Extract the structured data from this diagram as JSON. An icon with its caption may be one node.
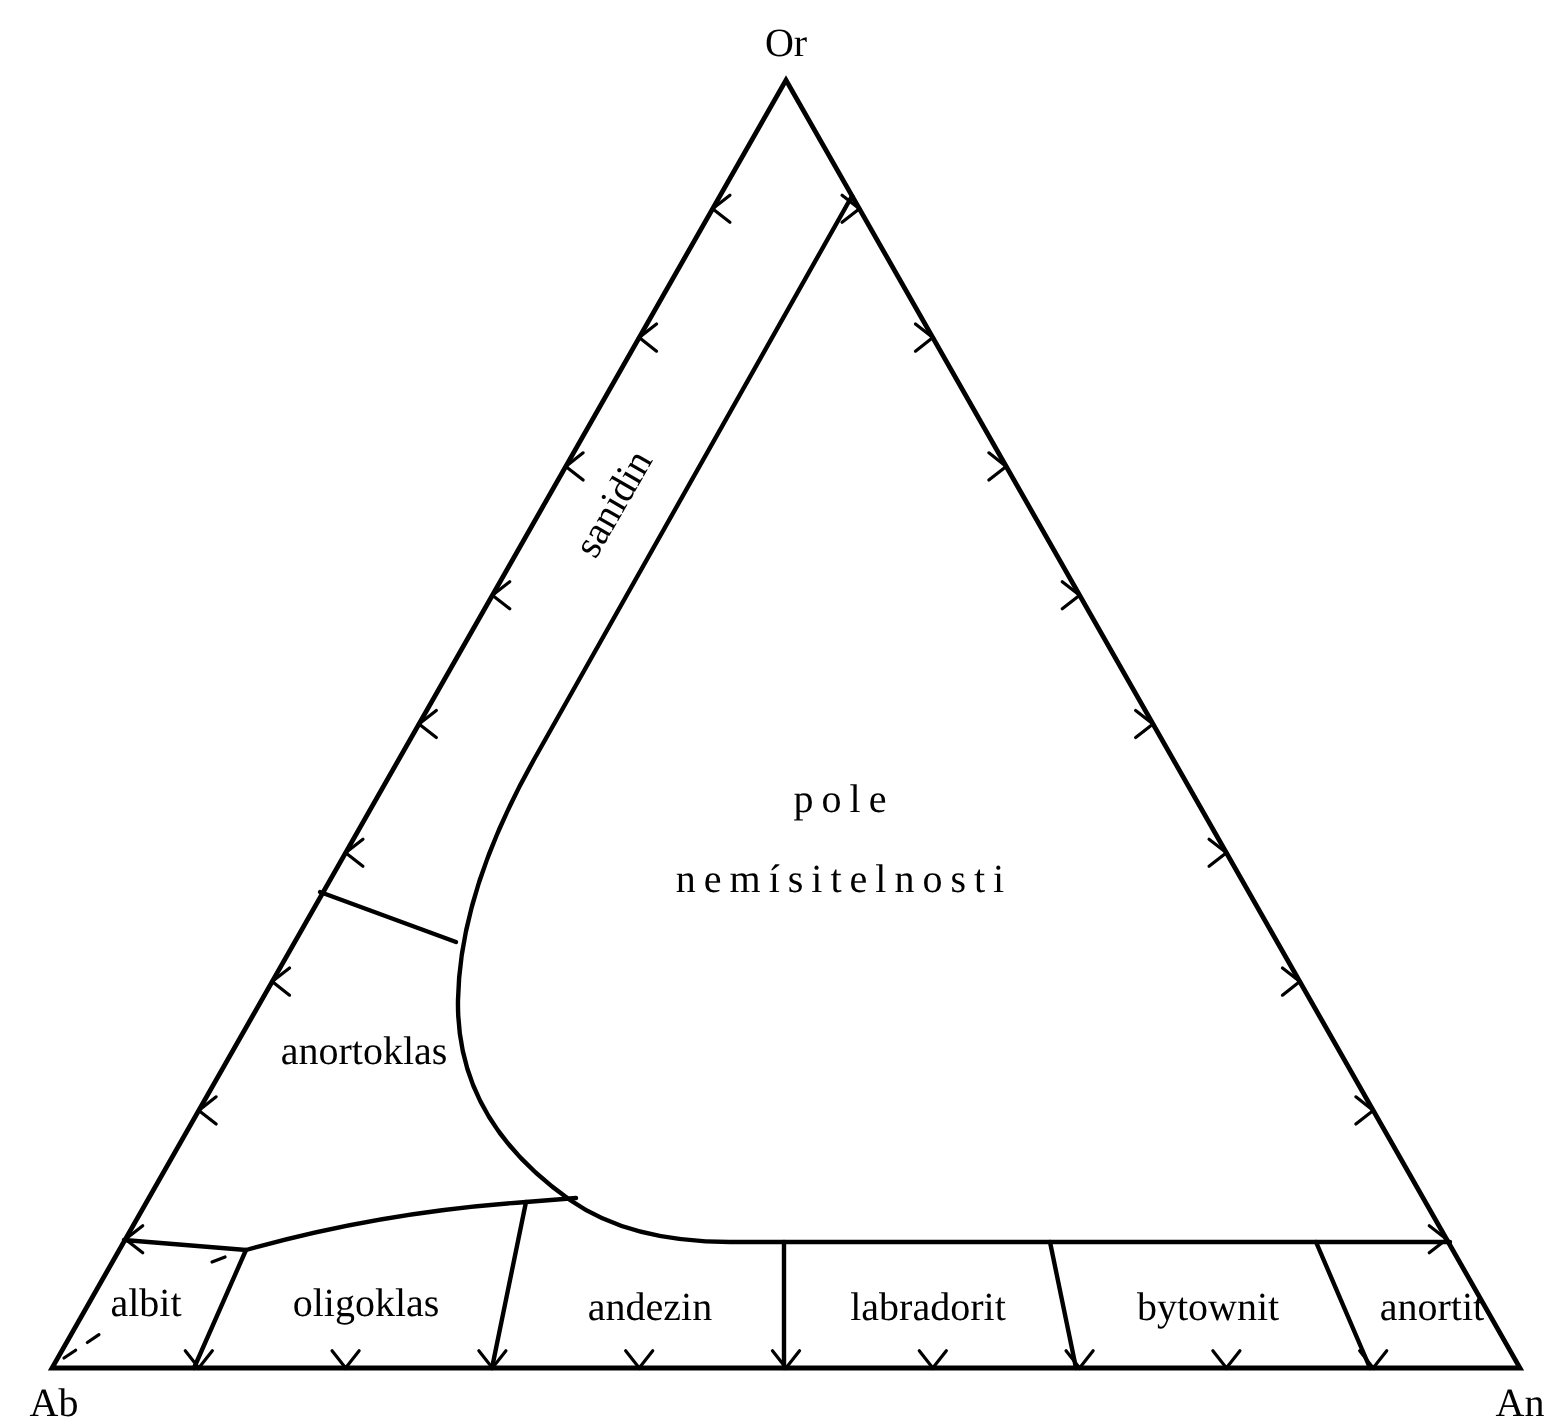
{
  "diagram": {
    "labels": [
      "Or",
      "sanidin",
      "pole nemísitelnosti",
      "anortoklas",
      "albit",
      "oligoklas",
      "andezin",
      "labradorit",
      "bytownit",
      "anortit",
      "Ab",
      "An"
    ]
  }
}
